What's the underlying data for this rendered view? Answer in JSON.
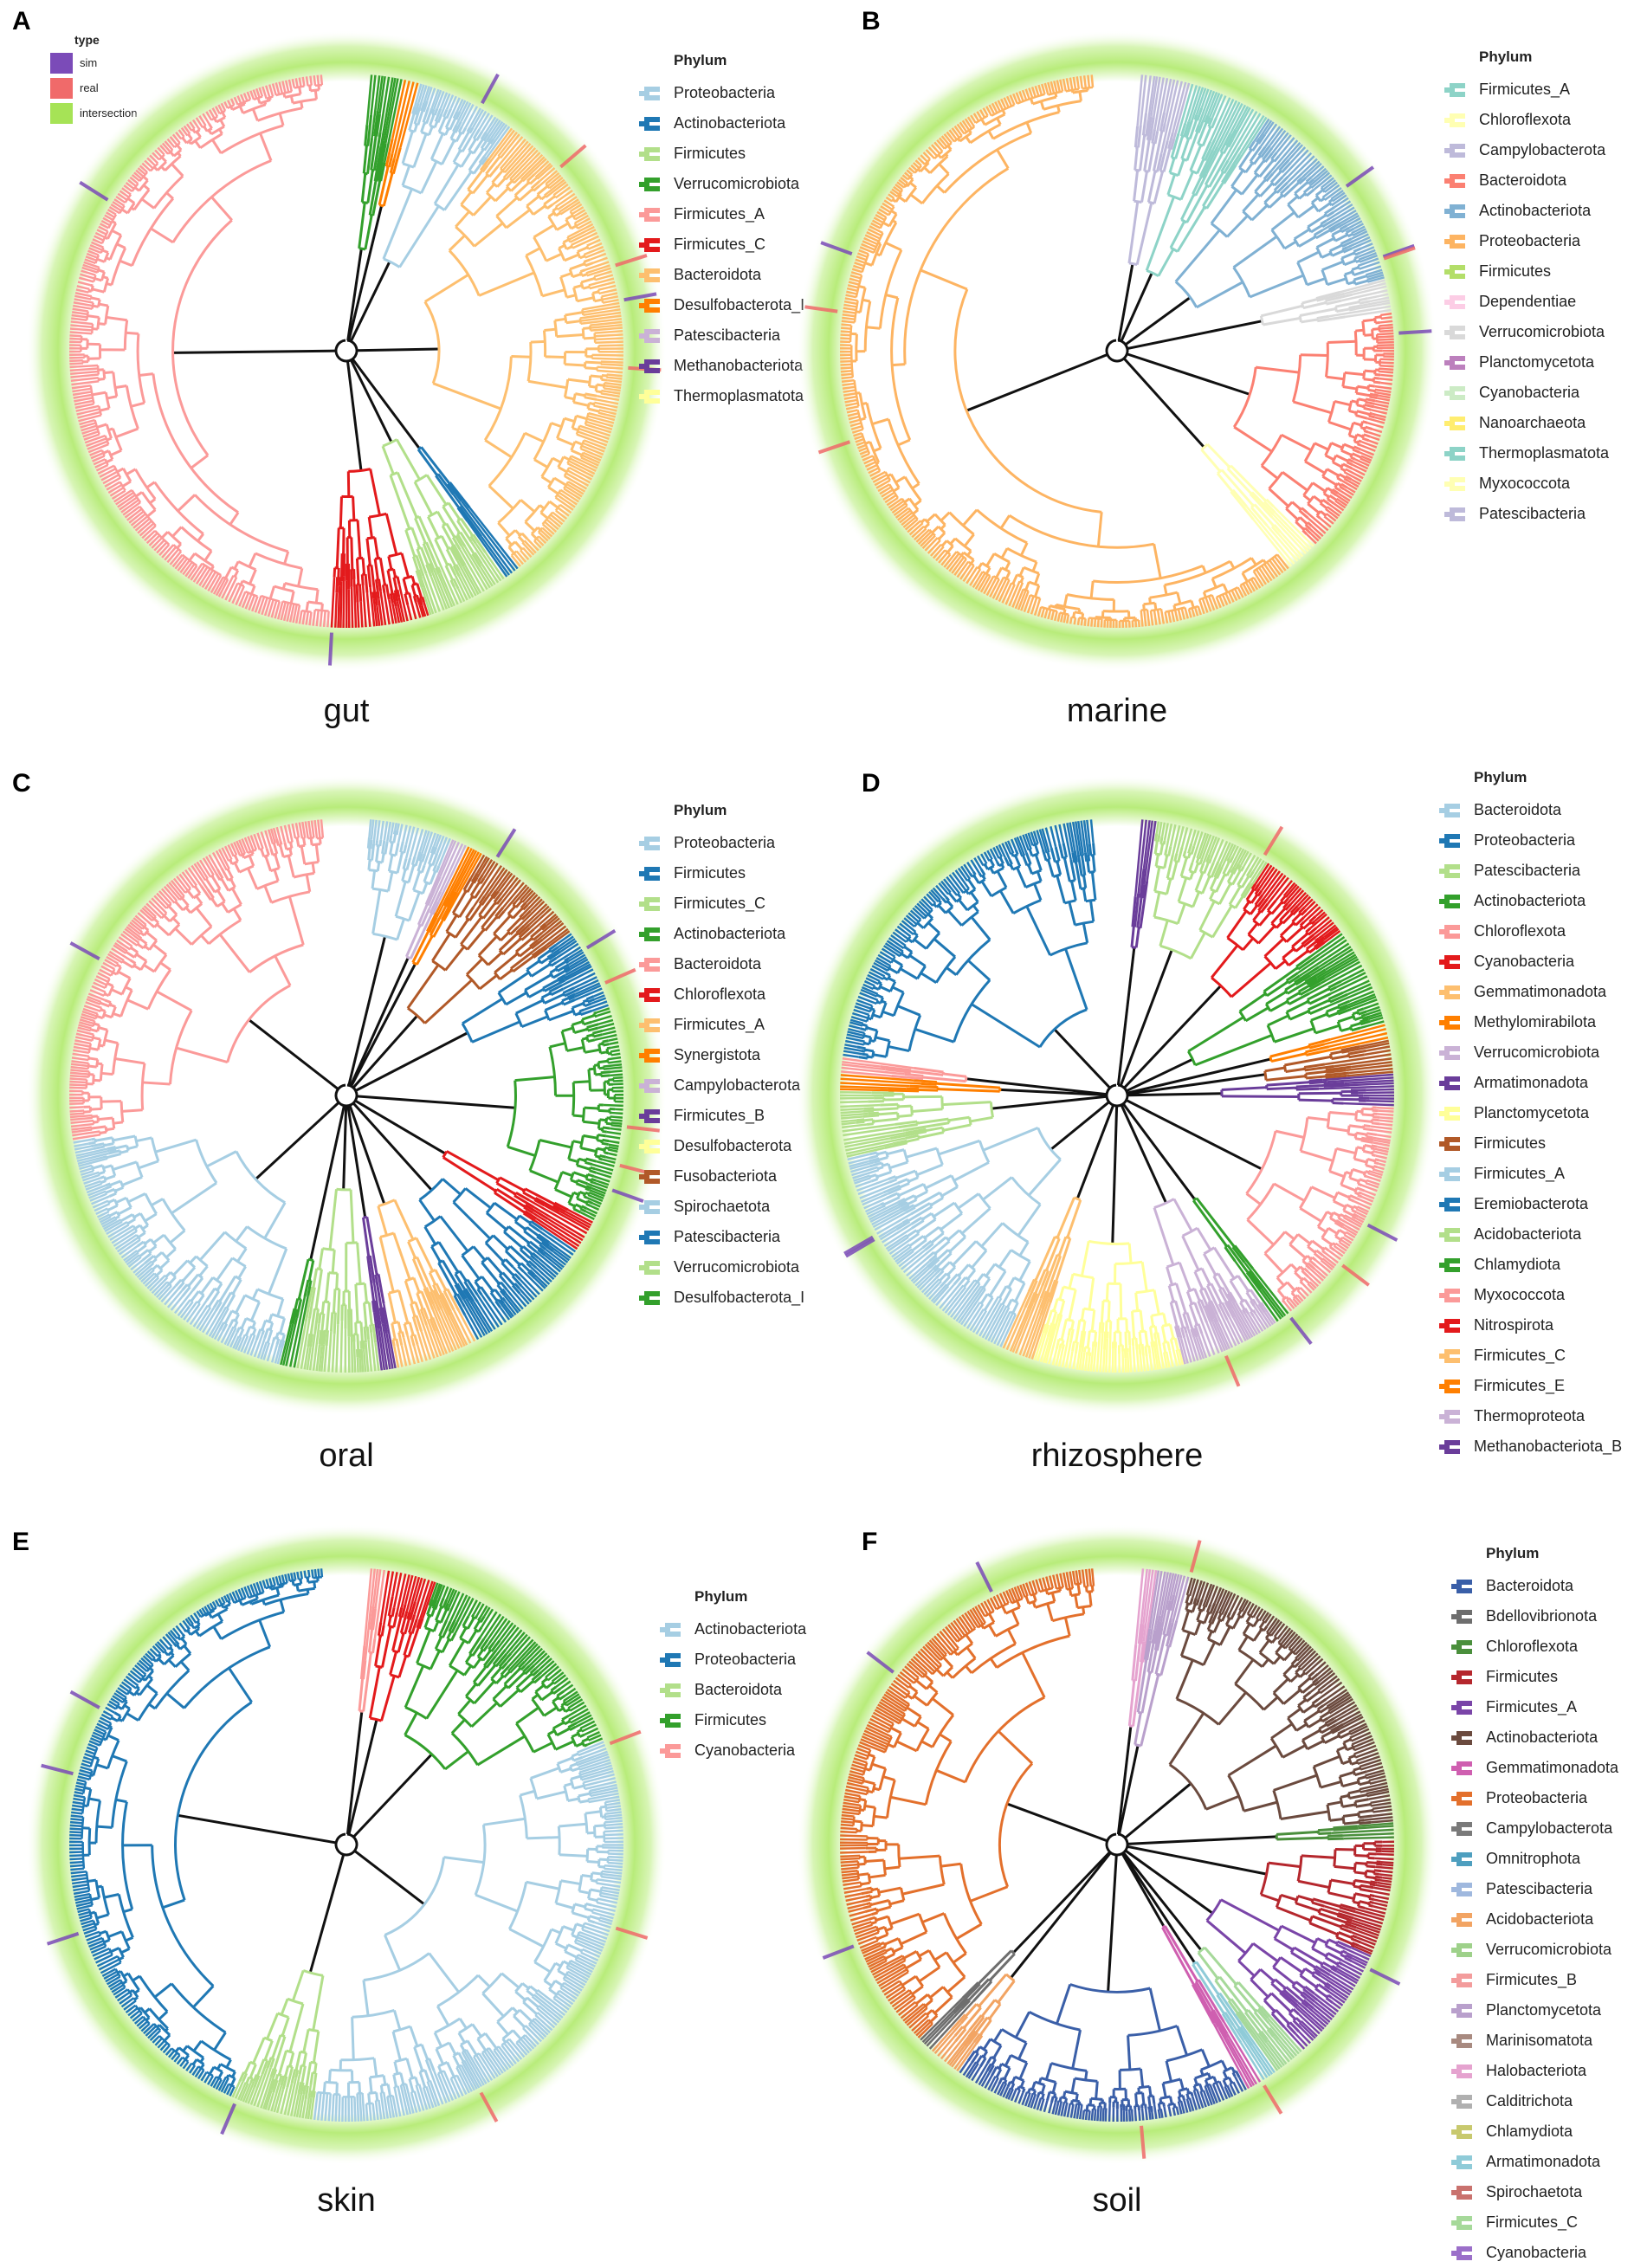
{
  "type_legend": {
    "title": "type",
    "items": [
      {
        "label": "sim",
        "color": "#7b4bb8"
      },
      {
        "label": "real",
        "color": "#f06a6a"
      },
      {
        "label": "intersection",
        "color": "#a6e356"
      }
    ]
  },
  "panels": [
    {
      "letter": "A",
      "caption": "gut",
      "legend_title": "Phylum",
      "legend": [
        {
          "label": "Proteobacteria",
          "color": "#a6cee3"
        },
        {
          "label": "Actinobacteriota",
          "color": "#1f78b4"
        },
        {
          "label": "Firmicutes",
          "color": "#b2df8a"
        },
        {
          "label": "Verrucomicrobiota",
          "color": "#33a02c"
        },
        {
          "label": "Firmicutes_A",
          "color": "#fb9a99"
        },
        {
          "label": "Firmicutes_C",
          "color": "#e31a1c"
        },
        {
          "label": "Bacteroidota",
          "color": "#fdbf6f"
        },
        {
          "label": "Desulfobacterota_I",
          "color": "#ff7f00"
        },
        {
          "label": "Patescibacteria",
          "color": "#cab2d6"
        },
        {
          "label": "Methanobacteriota",
          "color": "#6a3d9a"
        },
        {
          "label": "Thermoplasmatota",
          "color": "#ffff99"
        }
      ],
      "clades": [
        {
          "color": "#33a02c",
          "frac": 0.02
        },
        {
          "color": "#ff7f00",
          "frac": 0.01
        },
        {
          "color": "#a6cee3",
          "frac": 0.06
        },
        {
          "color": "#fdbf6f",
          "frac": 0.3
        },
        {
          "color": "#1f78b4",
          "frac": 0.01
        },
        {
          "color": "#b2df8a",
          "frac": 0.05
        },
        {
          "color": "#e31a1c",
          "frac": 0.06
        },
        {
          "color": "#fb9a99",
          "frac": 0.49
        }
      ]
    },
    {
      "letter": "B",
      "caption": "marine",
      "legend_title": "Phylum",
      "legend": [
        {
          "label": "Firmicutes_A",
          "color": "#8dd3c7"
        },
        {
          "label": "Chloroflexota",
          "color": "#ffffb3"
        },
        {
          "label": "Campylobacterota",
          "color": "#bebada"
        },
        {
          "label": "Bacteroidota",
          "color": "#fb8072"
        },
        {
          "label": "Actinobacteriota",
          "color": "#80b1d3"
        },
        {
          "label": "Proteobacteria",
          "color": "#fdb462"
        },
        {
          "label": "Firmicutes",
          "color": "#b3de69"
        },
        {
          "label": "Dependentiae",
          "color": "#fccde5"
        },
        {
          "label": "Verrucomicrobiota",
          "color": "#d9d9d9"
        },
        {
          "label": "Planctomycetota",
          "color": "#bc80bd"
        },
        {
          "label": "Cyanobacteria",
          "color": "#ccebc5"
        },
        {
          "label": "Nanoarchaeota",
          "color": "#ffed6f"
        },
        {
          "label": "Thermoplasmatota",
          "color": "#8dd3c7"
        },
        {
          "label": "Myxococcota",
          "color": "#ffffb3"
        },
        {
          "label": "Patescibacteria",
          "color": "#bebada"
        }
      ],
      "clades": [
        {
          "color": "#bebada",
          "frac": 0.03
        },
        {
          "color": "#8dd3c7",
          "frac": 0.05
        },
        {
          "color": "#80b1d3",
          "frac": 0.12
        },
        {
          "color": "#d9d9d9",
          "frac": 0.02
        },
        {
          "color": "#fb8072",
          "frac": 0.15
        },
        {
          "color": "#ffffb3",
          "frac": 0.02
        },
        {
          "color": "#fdb462",
          "frac": 0.61
        }
      ]
    },
    {
      "letter": "C",
      "caption": "oral",
      "legend_title": "Phylum",
      "legend": [
        {
          "label": "Proteobacteria",
          "color": "#a6cee3"
        },
        {
          "label": "Firmicutes",
          "color": "#1f78b4"
        },
        {
          "label": "Firmicutes_C",
          "color": "#b2df8a"
        },
        {
          "label": "Actinobacteriota",
          "color": "#33a02c"
        },
        {
          "label": "Bacteroidota",
          "color": "#fb9a99"
        },
        {
          "label": "Chloroflexota",
          "color": "#e31a1c"
        },
        {
          "label": "Firmicutes_A",
          "color": "#fdbf6f"
        },
        {
          "label": "Synergistota",
          "color": "#ff7f00"
        },
        {
          "label": "Campylobacterota",
          "color": "#cab2d6"
        },
        {
          "label": "Firmicutes_B",
          "color": "#6a3d9a"
        },
        {
          "label": "Desulfobacterota",
          "color": "#ffff99"
        },
        {
          "label": "Fusobacteriota",
          "color": "#b15928"
        },
        {
          "label": "Spirochaetota",
          "color": "#a6cee3"
        },
        {
          "label": "Patescibacteria",
          "color": "#1f78b4"
        },
        {
          "label": "Verrucomicrobiota",
          "color": "#b2df8a"
        },
        {
          "label": "Desulfobacterota_I",
          "color": "#33a02c"
        }
      ],
      "clades": [
        {
          "color": "#a6cee3",
          "frac": 0.05
        },
        {
          "color": "#cab2d6",
          "frac": 0.01
        },
        {
          "color": "#ff7f00",
          "frac": 0.01
        },
        {
          "color": "#b15928",
          "frac": 0.07
        },
        {
          "color": "#1f78b4",
          "frac": 0.05
        },
        {
          "color": "#33a02c",
          "frac": 0.13
        },
        {
          "color": "#e31a1c",
          "frac": 0.02
        },
        {
          "color": "#1f78b4",
          "frac": 0.08
        },
        {
          "color": "#fdbf6f",
          "frac": 0.05
        },
        {
          "color": "#6a3d9a",
          "frac": 0.01
        },
        {
          "color": "#b2df8a",
          "frac": 0.05
        },
        {
          "color": "#33a02c",
          "frac": 0.01
        },
        {
          "color": "#a6cee3",
          "frac": 0.19
        },
        {
          "color": "#fb9a99",
          "frac": 0.27
        }
      ]
    },
    {
      "letter": "D",
      "caption": "rhizosphere",
      "legend_title": "Phylum",
      "legend": [
        {
          "label": "Bacteroidota",
          "color": "#a6cee3"
        },
        {
          "label": "Proteobacteria",
          "color": "#1f78b4"
        },
        {
          "label": "Patescibacteria",
          "color": "#b2df8a"
        },
        {
          "label": "Actinobacteriota",
          "color": "#33a02c"
        },
        {
          "label": "Chloroflexota",
          "color": "#fb9a99"
        },
        {
          "label": "Cyanobacteria",
          "color": "#e31a1c"
        },
        {
          "label": "Gemmatimonadota",
          "color": "#fdbf6f"
        },
        {
          "label": "Methylomirabilota",
          "color": "#ff7f00"
        },
        {
          "label": "Verrucomicrobiota",
          "color": "#cab2d6"
        },
        {
          "label": "Armatimonadota",
          "color": "#6a3d9a"
        },
        {
          "label": "Planctomycetota",
          "color": "#ffff99"
        },
        {
          "label": "Firmicutes",
          "color": "#b15928"
        },
        {
          "label": "Firmicutes_A",
          "color": "#a6cee3"
        },
        {
          "label": "Eremiobacterota",
          "color": "#1f78b4"
        },
        {
          "label": "Acidobacteriota",
          "color": "#b2df8a"
        },
        {
          "label": "Chlamydiota",
          "color": "#33a02c"
        },
        {
          "label": "Myxococcota",
          "color": "#fb9a99"
        },
        {
          "label": "Nitrospirota",
          "color": "#e31a1c"
        },
        {
          "label": "Firmicutes_C",
          "color": "#fdbf6f"
        },
        {
          "label": "Firmicutes_E",
          "color": "#ff7f00"
        },
        {
          "label": "Thermoproteota",
          "color": "#cab2d6"
        },
        {
          "label": "Methanobacteriota_B",
          "color": "#6a3d9a"
        }
      ],
      "clades": [
        {
          "color": "#6a3d9a",
          "frac": 0.01
        },
        {
          "color": "#b2df8a",
          "frac": 0.07
        },
        {
          "color": "#e31a1c",
          "frac": 0.06
        },
        {
          "color": "#33a02c",
          "frac": 0.06
        },
        {
          "color": "#ff7f00",
          "frac": 0.01
        },
        {
          "color": "#b15928",
          "frac": 0.02
        },
        {
          "color": "#6a3d9a",
          "frac": 0.02
        },
        {
          "color": "#fb9a99",
          "frac": 0.14
        },
        {
          "color": "#33a02c",
          "frac": 0.01
        },
        {
          "color": "#cab2d6",
          "frac": 0.06
        },
        {
          "color": "#ffff99",
          "frac": 0.09
        },
        {
          "color": "#fdbf6f",
          "frac": 0.02
        },
        {
          "color": "#a6cee3",
          "frac": 0.15
        },
        {
          "color": "#b2df8a",
          "frac": 0.04
        },
        {
          "color": "#ff7f00",
          "frac": 0.01
        },
        {
          "color": "#fb9a99",
          "frac": 0.01
        },
        {
          "color": "#1f78b4",
          "frac": 0.22
        }
      ]
    },
    {
      "letter": "E",
      "caption": "skin",
      "legend_title": "Phylum",
      "legend": [
        {
          "label": "Actinobacteriota",
          "color": "#a6cee3"
        },
        {
          "label": "Proteobacteria",
          "color": "#1f78b4"
        },
        {
          "label": "Bacteroidota",
          "color": "#b2df8a"
        },
        {
          "label": "Firmicutes",
          "color": "#33a02c"
        },
        {
          "label": "Cyanobacteria",
          "color": "#fb9a99"
        }
      ],
      "clades": [
        {
          "color": "#fb9a99",
          "frac": 0.01
        },
        {
          "color": "#e31a1c",
          "frac": 0.03
        },
        {
          "color": "#33a02c",
          "frac": 0.14
        },
        {
          "color": "#a6cee3",
          "frac": 0.34
        },
        {
          "color": "#b2df8a",
          "frac": 0.05
        },
        {
          "color": "#1f78b4",
          "frac": 0.43
        }
      ]
    },
    {
      "letter": "F",
      "caption": "soil",
      "legend_title": "Phylum",
      "legend": [
        {
          "label": "Bacteroidota",
          "color": "#3a5fa8"
        },
        {
          "label": "Bdellovibrionota",
          "color": "#6e6e6e"
        },
        {
          "label": "Chloroflexota",
          "color": "#4a8f3c"
        },
        {
          "label": "Firmicutes",
          "color": "#b5272d"
        },
        {
          "label": "Firmicutes_A",
          "color": "#7a45a8"
        },
        {
          "label": "Actinobacteriota",
          "color": "#6b4a3e"
        },
        {
          "label": "Gemmatimonadota",
          "color": "#cf5fb0"
        },
        {
          "label": "Proteobacteria",
          "color": "#e3702c"
        },
        {
          "label": "Campylobacterota",
          "color": "#7a7a7a"
        },
        {
          "label": "Omnitrophota",
          "color": "#4e9fbf"
        },
        {
          "label": "Patescibacteria",
          "color": "#9fb8de"
        },
        {
          "label": "Acidobacteriota",
          "color": "#f2a463"
        },
        {
          "label": "Verrucomicrobiota",
          "color": "#9ed18a"
        },
        {
          "label": "Firmicutes_B",
          "color": "#f39c9c"
        },
        {
          "label": "Planctomycetota",
          "color": "#b9a0cc"
        },
        {
          "label": "Marinisomatota",
          "color": "#a88a80"
        },
        {
          "label": "Halobacteriota",
          "color": "#e5a3cf"
        },
        {
          "label": "Calditrichota",
          "color": "#b0b0b0"
        },
        {
          "label": "Chlamydiota",
          "color": "#c8c96e"
        },
        {
          "label": "Armatimonadota",
          "color": "#8fcbd8"
        },
        {
          "label": "Spirochaetota",
          "color": "#c9726e"
        },
        {
          "label": "Firmicutes_C",
          "color": "#a6d99a"
        },
        {
          "label": "Cyanobacteria",
          "color": "#9b6fc9"
        }
      ],
      "clades": [
        {
          "color": "#e5a3cf",
          "frac": 0.01
        },
        {
          "color": "#b9a0cc",
          "frac": 0.02
        },
        {
          "color": "#6b4a3e",
          "frac": 0.2
        },
        {
          "color": "#4a8f3c",
          "frac": 0.01
        },
        {
          "color": "#b5272d",
          "frac": 0.07
        },
        {
          "color": "#7a45a8",
          "frac": 0.07
        },
        {
          "color": "#a6d99a",
          "frac": 0.02
        },
        {
          "color": "#8fcbd8",
          "frac": 0.01
        },
        {
          "color": "#cf5fb0",
          "frac": 0.01
        },
        {
          "color": "#3a5fa8",
          "frac": 0.18
        },
        {
          "color": "#f2a463",
          "frac": 0.02
        },
        {
          "color": "#6e6e6e",
          "frac": 0.01
        },
        {
          "color": "#e3702c",
          "frac": 0.37
        }
      ]
    }
  ]
}
